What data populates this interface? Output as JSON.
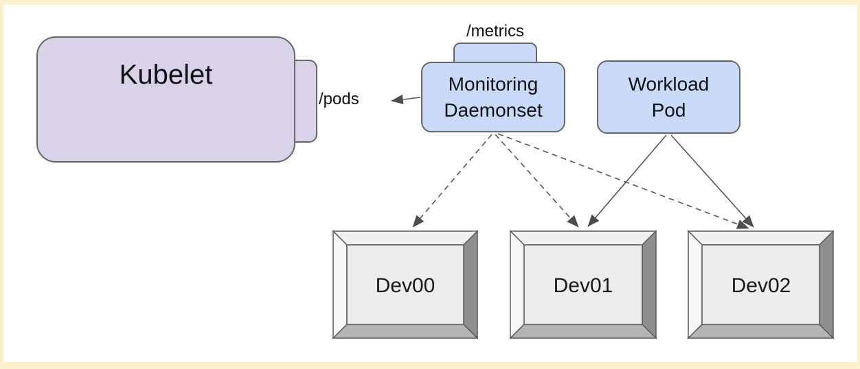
{
  "colors": {
    "frame_background": "#fbf0cc",
    "canvas_background": "#ffffff",
    "kubelet_fill": "#d9d2e9",
    "pod_fill": "#c9daf8",
    "shape_border": "#666666",
    "device_face": "#ececec",
    "device_bevel_dark": "#8f8f8f",
    "arrow_color": "#555555"
  },
  "nodes": {
    "kubelet": {
      "label": "Kubelet",
      "endpoint_label": "/pods"
    },
    "monitoring_daemonset": {
      "line1": "Monitoring",
      "line2": "Daemonset",
      "endpoint_label": "/metrics"
    },
    "workload_pod": {
      "line1": "Workload",
      "line2": "Pod"
    },
    "devices": [
      {
        "label": "Dev00"
      },
      {
        "label": "Dev01"
      },
      {
        "label": "Dev02"
      }
    ]
  },
  "edges": [
    {
      "from": "monitoring-daemonset",
      "to": "kubelet-pods-endpoint",
      "style": "solid-arrow"
    },
    {
      "from": "monitoring-daemonset",
      "to": "dev00",
      "style": "dashed-arrow"
    },
    {
      "from": "monitoring-daemonset",
      "to": "dev01",
      "style": "dashed-arrow"
    },
    {
      "from": "monitoring-daemonset",
      "to": "dev02",
      "style": "dashed-arrow"
    },
    {
      "from": "workload-pod",
      "to": "dev01",
      "style": "solid-arrow"
    },
    {
      "from": "workload-pod",
      "to": "dev02",
      "style": "solid-arrow"
    }
  ]
}
